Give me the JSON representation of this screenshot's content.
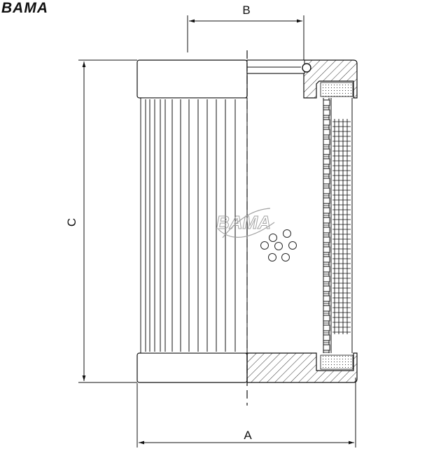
{
  "brand": {
    "logo_text": "BAMA",
    "watermark_text": "BAMA"
  },
  "dimensions": {
    "a_label": "A",
    "b_label": "B",
    "c_label": "C"
  },
  "colors": {
    "line": "#111111",
    "hatch": "#333333",
    "watermark": "#9a9a9a",
    "background": "#ffffff"
  }
}
